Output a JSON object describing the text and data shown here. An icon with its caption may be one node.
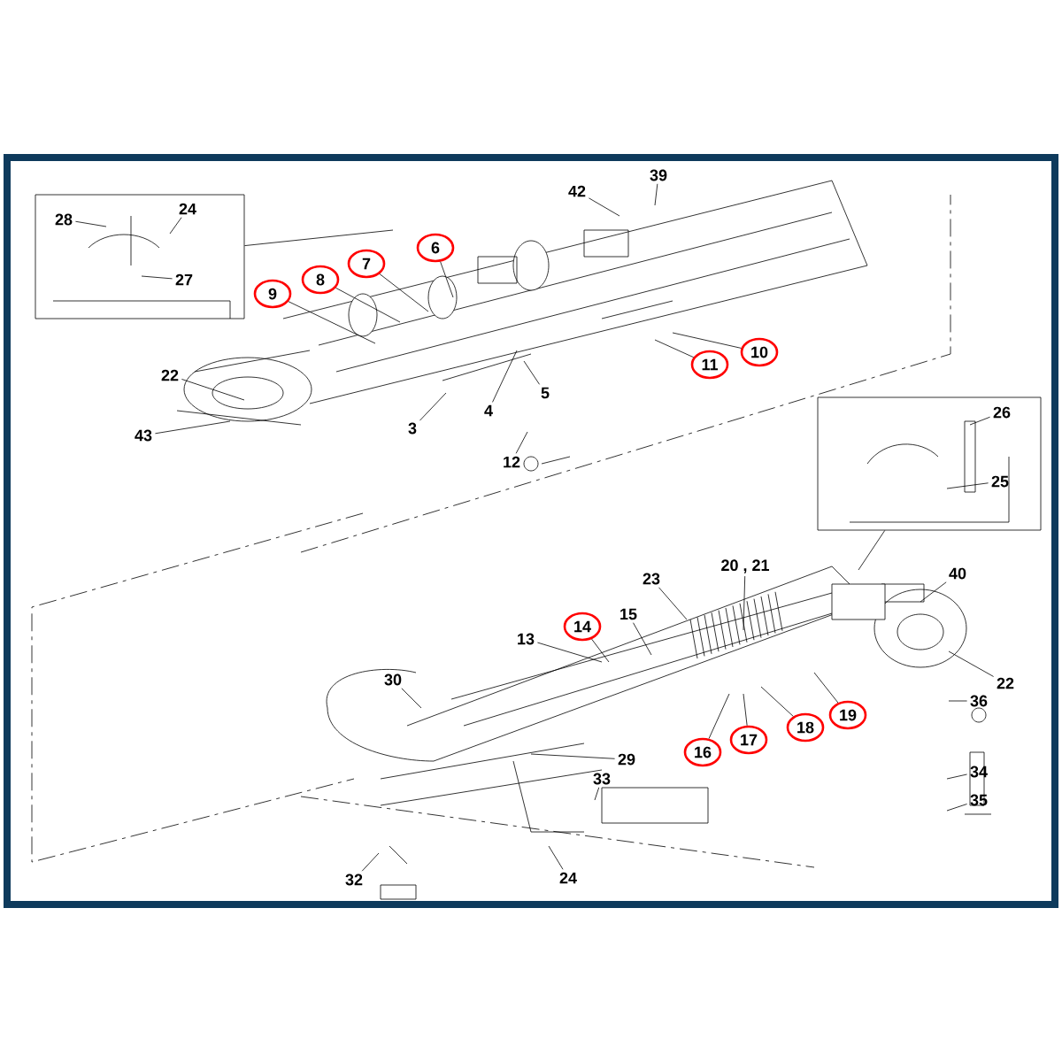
{
  "diagram": {
    "nodes": [
      {
        "text": [],
        "shape": "box"
      },
      {
        "text": [
          "28"
        ],
        "in": 0
      },
      {
        "text": [
          "24"
        ],
        "in": 0
      },
      {
        "text": [
          "27"
        ],
        "in": 0
      },
      {
        "text": [
          "39"
        ]
      },
      {
        "text": [
          "42"
        ]
      },
      {
        "text": [
          "6"
        ]
      },
      {
        "text": [
          "7"
        ]
      },
      {
        "text": [
          "8"
        ]
      },
      {
        "text": [
          "9"
        ]
      },
      {
        "text": [
          "5"
        ]
      },
      {
        "text": [
          "4"
        ]
      },
      {
        "text": [
          "22"
        ]
      },
      {
        "text": [
          "3"
        ]
      },
      {
        "text": [
          "11"
        ]
      },
      {
        "text": [
          "10"
        ]
      },
      {
        "text": [
          "43"
        ]
      },
      {
        "text": [
          "12"
        ]
      },
      {
        "text": [],
        "shape": "box"
      },
      {
        "text": [
          "26"
        ],
        "in": 18
      },
      {
        "text": [
          "25"
        ],
        "in": 18
      },
      {
        "text": [
          "20 , 21"
        ]
      },
      {
        "text": [
          "23"
        ]
      },
      {
        "text": [
          "40"
        ]
      },
      {
        "text": [
          "15"
        ]
      },
      {
        "text": [
          "14"
        ]
      },
      {
        "text": [
          "13"
        ]
      },
      {
        "text": [
          "22"
        ]
      },
      {
        "text": [
          "36"
        ]
      },
      {
        "text": [
          "30"
        ]
      },
      {
        "text": [
          "19"
        ]
      },
      {
        "text": [
          "18"
        ]
      },
      {
        "text": [
          "17"
        ]
      },
      {
        "text": [
          "16"
        ]
      },
      {
        "text": [
          "29"
        ]
      },
      {
        "text": [
          "33"
        ]
      },
      {
        "text": [
          "34"
        ]
      },
      {
        "text": [
          "35"
        ]
      },
      {
        "text": [
          "24"
        ]
      },
      {
        "text": [
          "32"
        ]
      }
    ],
    "edges": [
      {
        "from": 0,
        "to": null,
        "arrow": "none"
      },
      {
        "from": 1,
        "to": null,
        "arrow": "none"
      },
      {
        "from": 2,
        "to": null,
        "arrow": "none"
      },
      {
        "from": 3,
        "to": null,
        "arrow": "none"
      },
      {
        "from": 4,
        "to": null,
        "arrow": "none"
      },
      {
        "from": 5,
        "to": null,
        "arrow": "none"
      },
      {
        "from": 6,
        "to": null,
        "arrow": "none"
      },
      {
        "from": 7,
        "to": null,
        "arrow": "none"
      },
      {
        "from": 8,
        "to": null,
        "arrow": "none"
      },
      {
        "from": 9,
        "to": null,
        "arrow": "none"
      },
      {
        "from": 10,
        "to": null,
        "arrow": "none"
      },
      {
        "from": 11,
        "to": null,
        "arrow": "none"
      },
      {
        "from": 12,
        "to": null,
        "arrow": "none"
      },
      {
        "from": 13,
        "to": null,
        "arrow": "none"
      },
      {
        "from": 14,
        "to": null,
        "arrow": "none"
      },
      {
        "from": 15,
        "to": null,
        "arrow": "none"
      },
      {
        "from": 16,
        "to": null,
        "arrow": "none"
      },
      {
        "from": 17,
        "to": null,
        "arrow": "none"
      },
      {
        "from": 18,
        "to": null,
        "arrow": "none"
      },
      {
        "from": 19,
        "to": null,
        "arrow": "none"
      },
      {
        "from": 20,
        "to": null,
        "arrow": "none"
      },
      {
        "from": 21,
        "to": null,
        "arrow": "none"
      },
      {
        "from": 22,
        "to": null,
        "arrow": "none"
      },
      {
        "from": 23,
        "to": null,
        "arrow": "none"
      },
      {
        "from": 24,
        "to": null,
        "arrow": "none"
      },
      {
        "from": 25,
        "to": null,
        "arrow": "none"
      },
      {
        "from": 26,
        "to": null,
        "arrow": "none"
      },
      {
        "from": 27,
        "to": null,
        "arrow": "none"
      },
      {
        "from": 28,
        "to": null,
        "arrow": "none"
      },
      {
        "from": 29,
        "to": null,
        "arrow": "none"
      },
      {
        "from": 30,
        "to": null,
        "arrow": "none"
      },
      {
        "from": 31,
        "to": null,
        "arrow": "none"
      },
      {
        "from": 32,
        "to": null,
        "arrow": "none"
      },
      {
        "from": 33,
        "to": null,
        "arrow": "none"
      },
      {
        "from": 34,
        "to": null,
        "arrow": "none"
      },
      {
        "from": 35,
        "to": null,
        "arrow": "none"
      },
      {
        "from": 36,
        "to": null,
        "arrow": "none"
      },
      {
        "from": 37,
        "to": null,
        "arrow": "none"
      },
      {
        "from": 38,
        "to": null,
        "arrow": "none"
      },
      {
        "from": 39,
        "to": null,
        "arrow": "none"
      }
    ]
  }
}
